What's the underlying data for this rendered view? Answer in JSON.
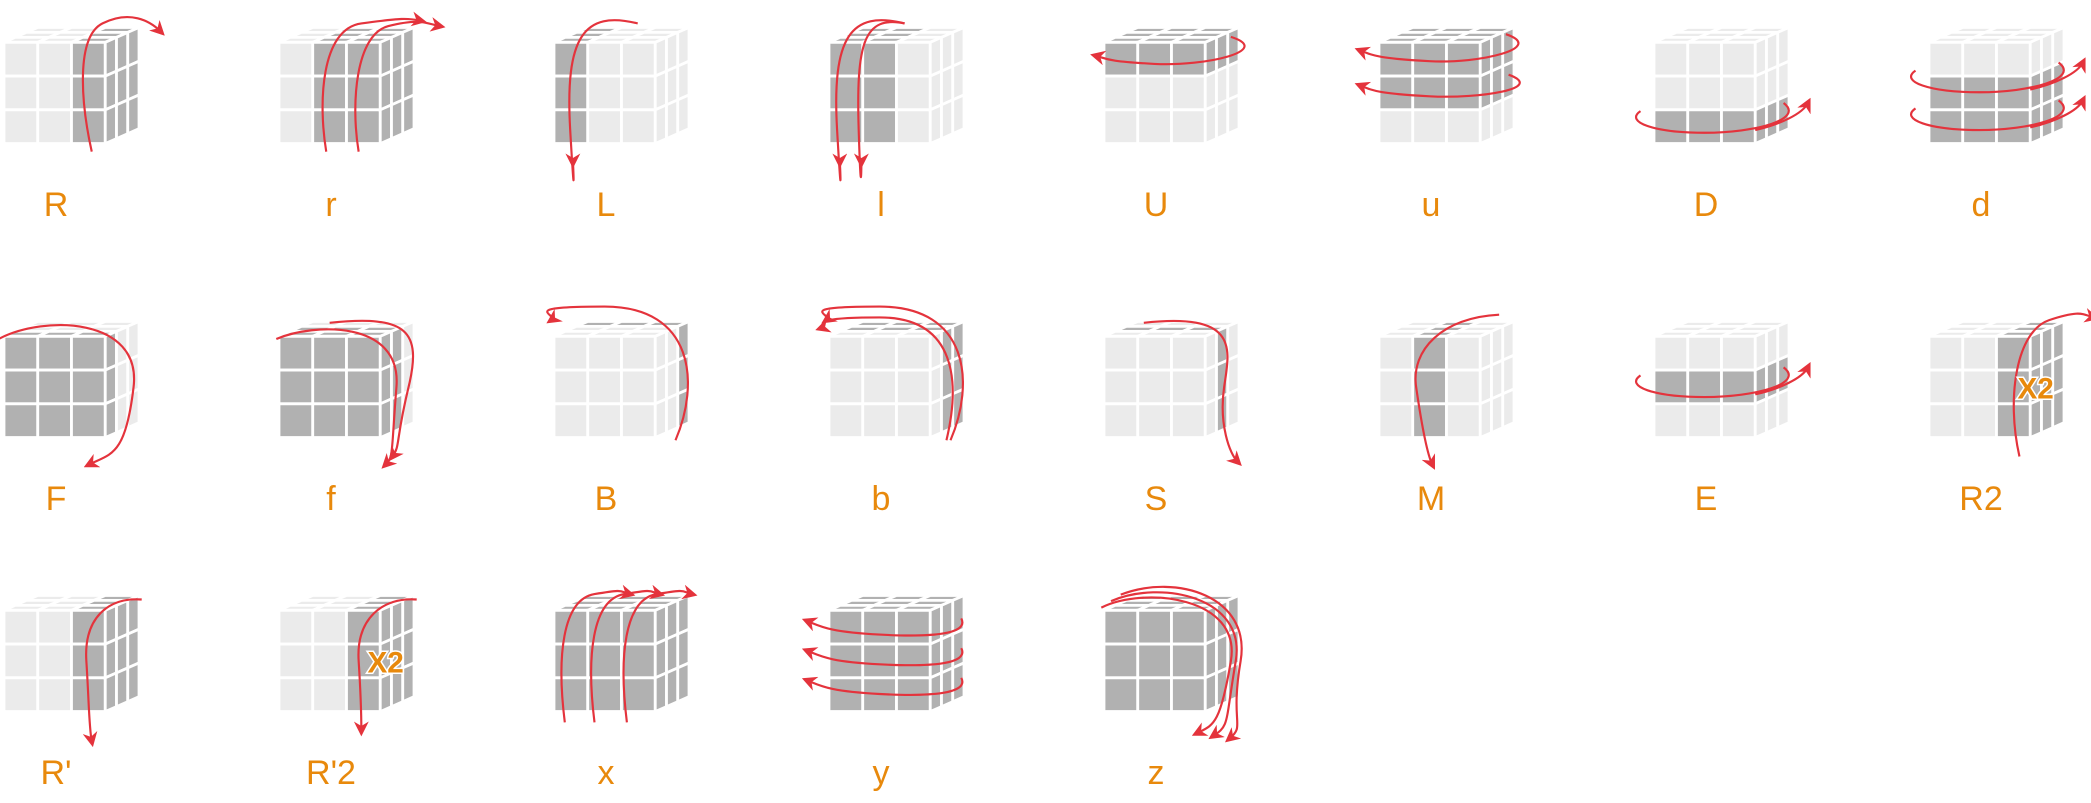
{
  "colors": {
    "label": "#e8890c",
    "arrow": "#e4333c",
    "sticker_light": "#ebebeb",
    "sticker_dark": "#b1b1b1",
    "grid_line": "#ffffff"
  },
  "moves": [
    {
      "label": "R"
    },
    {
      "label": "r"
    },
    {
      "label": "L"
    },
    {
      "label": "l"
    },
    {
      "label": "U"
    },
    {
      "label": "u"
    },
    {
      "label": "D"
    },
    {
      "label": "d"
    },
    {
      "label": "F"
    },
    {
      "label": "f"
    },
    {
      "label": "B"
    },
    {
      "label": "b"
    },
    {
      "label": "S"
    },
    {
      "label": "M"
    },
    {
      "label": "E"
    },
    {
      "label": "R2",
      "badge": "X2"
    },
    {
      "label": "R'"
    },
    {
      "label": "R'2",
      "badge": "X2"
    },
    {
      "label": "x"
    },
    {
      "label": "y"
    },
    {
      "label": "z"
    }
  ]
}
